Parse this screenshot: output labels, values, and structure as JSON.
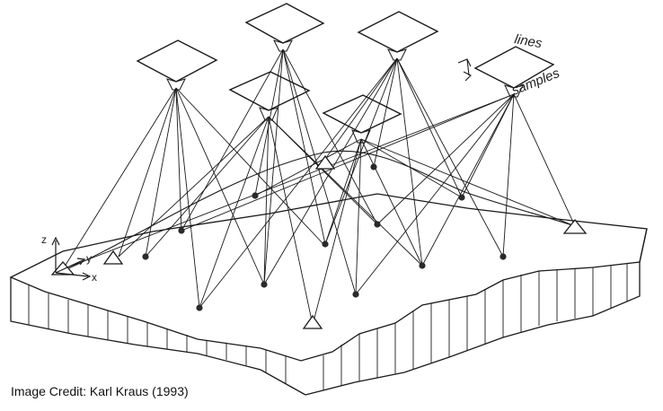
{
  "labels": {
    "lines": "lines",
    "samples": "samples",
    "axis_z": "z",
    "axis_y": "y",
    "axis_x": "x"
  },
  "credit": "Image Credit: Karl Kraus (1993)",
  "colors": {
    "ink": "#1a1a1a",
    "point": "#2a2a2a",
    "background": "#ffffff"
  }
}
